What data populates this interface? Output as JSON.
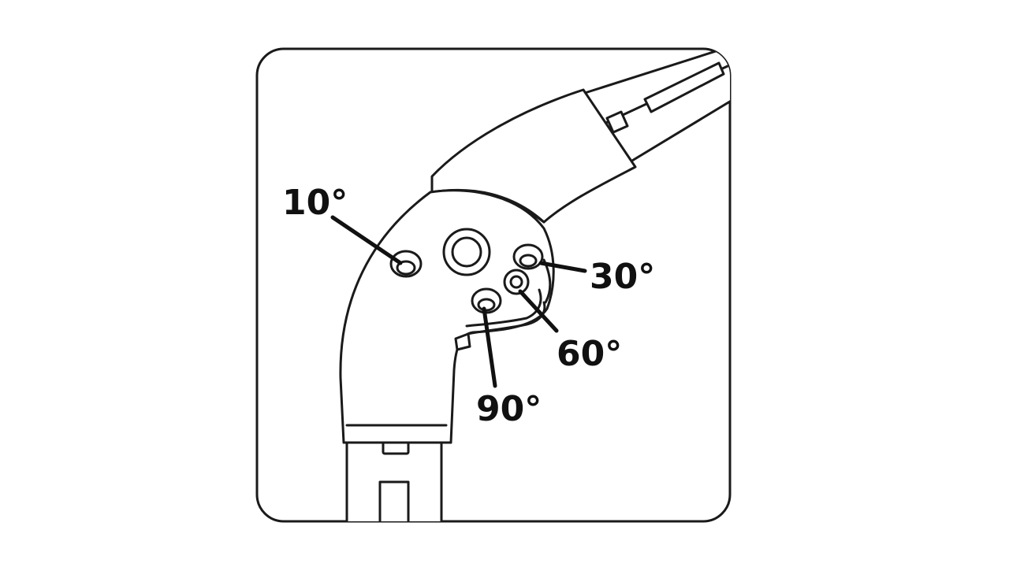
{
  "labels": {
    "angle_10": "10°",
    "angle_30": "30°",
    "angle_60": "60°",
    "angle_90": "90°"
  },
  "colors": {
    "stroke": "#1a1a1a",
    "fill": "#ffffff",
    "text": "#111111"
  }
}
